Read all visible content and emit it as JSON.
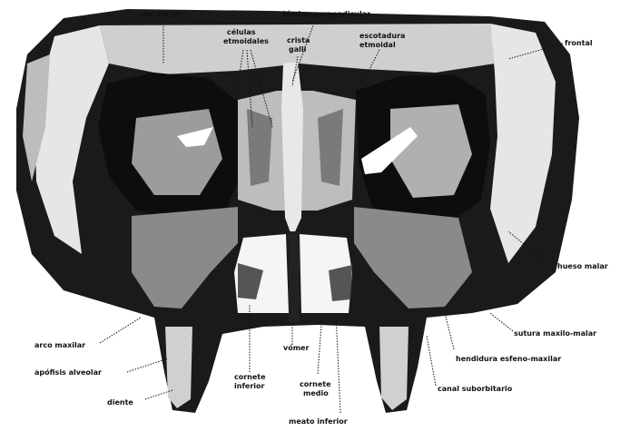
{
  "labels": {
    "ala_mayor": "ala mayor",
    "celulas": "células",
    "etmoidales": "etmoidales",
    "lamina": "lámina perpendicular",
    "crista": "crista",
    "galli": "galli",
    "escotadura": "escotadura",
    "etmoidal": "etmoidal",
    "frontal": "frontal",
    "hueso_malar": "hueso malar",
    "sutura": "sutura maxilo-malar",
    "hendidura": "hendidura esfeno-maxilar",
    "canal": "canal suborbitario",
    "arco": "arco maxilar",
    "apofisis": "apófisis alveolar",
    "diente": "diente",
    "cornete_inf_1": "cornete",
    "cornete_inf_2": "inferior",
    "vomer": "vómer",
    "cornete_med_1": "cornete",
    "cornete_med_2": "medio",
    "meato": "meato inferior"
  },
  "colors": {
    "ink": "#111111",
    "bone": "#d9d9d9",
    "paper": "#ffffff"
  }
}
